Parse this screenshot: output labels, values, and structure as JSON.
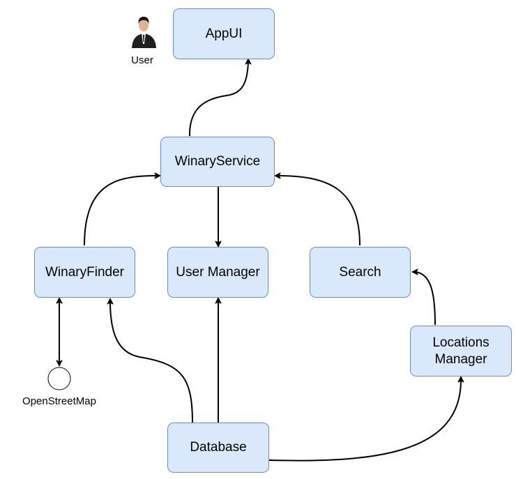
{
  "actor": {
    "label": "User",
    "icon": "user-avatar-icon"
  },
  "nodes": {
    "appui": "AppUI",
    "winary_service": "WinaryService",
    "winary_finder": "WinaryFinder",
    "user_manager": "User Manager",
    "search": "Search",
    "locations_manager": [
      "Locations",
      "Manager"
    ],
    "database": "Database"
  },
  "external": {
    "label": "OpenStreetMap"
  },
  "colors": {
    "node_fill": "#dae8fc",
    "node_border": "#6c8ebf",
    "edge": "#000000"
  }
}
